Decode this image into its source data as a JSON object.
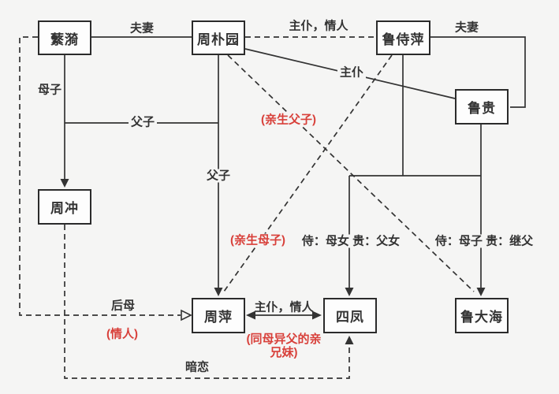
{
  "nodes": {
    "fanyi": {
      "label": "蘩漪"
    },
    "zhoupuyuan": {
      "label": "周朴园"
    },
    "lushiping": {
      "label": "鲁侍萍"
    },
    "lugui": {
      "label": "鲁贵"
    },
    "zhouchong": {
      "label": "周冲"
    },
    "zhouping": {
      "label": "周萍"
    },
    "sifeng": {
      "label": "四凤"
    },
    "ludahai": {
      "label": "鲁大海"
    }
  },
  "edge_labels": {
    "fuqi_left": "夫妻",
    "zhupu_qingren_top": "主仆，情人",
    "fuqi_right": "夫妻",
    "muzi": "母子",
    "fuzi_chong": "父子",
    "fuzi_ping": "父子",
    "zhupu": "主仆",
    "qinsheng_fuzi": "(亲生父子)",
    "qinsheng_muzi": "(亲生母子)",
    "shi_munv_gui_funv": "侍：母女 贵：父女",
    "shi_muzi_gui_jifu": "侍：母子 贵：继父",
    "houmu": "后母",
    "qingren": "(情人)",
    "zhupu_qingren_bottom": "主仆，情人",
    "tongmu_line1": "(同母异父的亲",
    "tongmu_line2": "兄妹)",
    "anlian": "暗恋"
  },
  "colors": {
    "background": "#f5f5f4",
    "line": "#333333",
    "node_border": "#2b2b2b",
    "node_fill": "#fdfdfd",
    "accent_red": "#d8403a"
  }
}
